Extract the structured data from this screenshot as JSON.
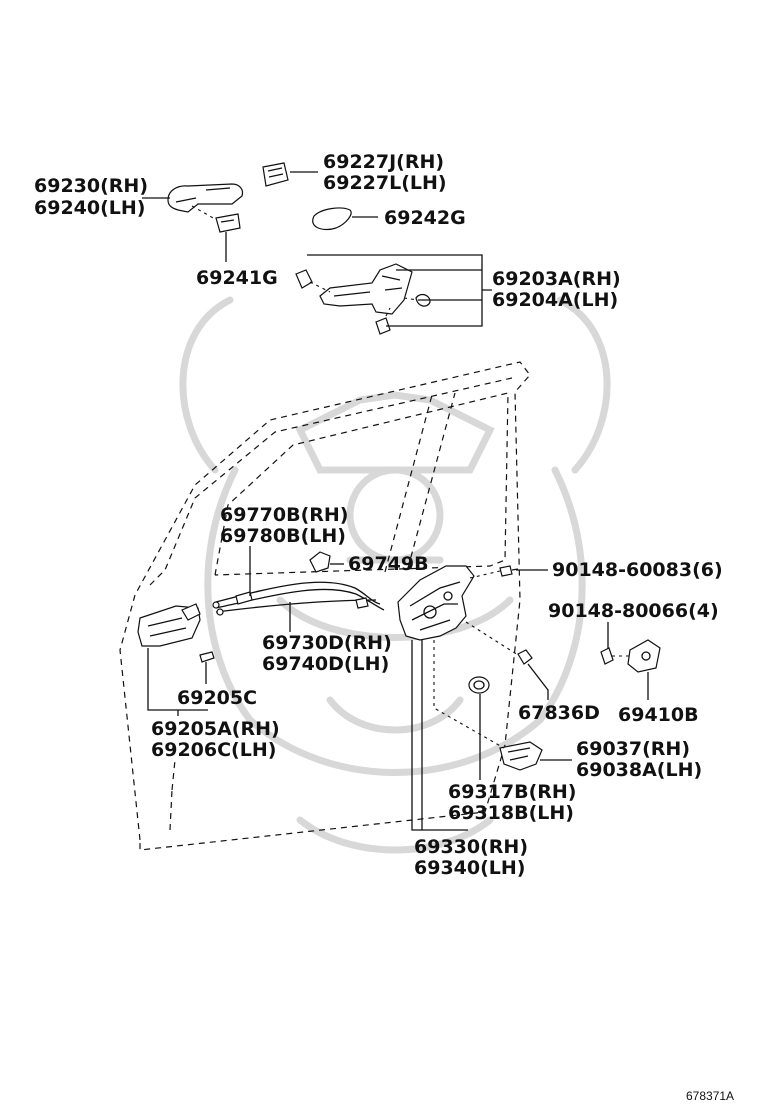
{
  "diagram": {
    "reference_code": "678371A",
    "colors": {
      "ink": "#111111",
      "watermark": "#d8d8d8",
      "background": "#ffffff"
    },
    "callouts": [
      {
        "id": "outside-handle",
        "lines": [
          "69230(RH)",
          "69240(LH)"
        ]
      },
      {
        "id": "handle-cover",
        "lines": [
          "69227J(RH)",
          "69227L(LH)"
        ]
      },
      {
        "id": "handle-pad-upper",
        "lines": [
          "69242G"
        ]
      },
      {
        "id": "handle-pad-lower",
        "lines": [
          "69241G"
        ]
      },
      {
        "id": "handle-frame",
        "lines": [
          "69203A(RH)",
          "69204A(LH)"
        ]
      },
      {
        "id": "lock-cable",
        "lines": [
          "69770B(RH)",
          "69780B(LH)"
        ]
      },
      {
        "id": "cable-clamp",
        "lines": [
          "69749B"
        ]
      },
      {
        "id": "lock-screw",
        "lines": [
          "90148-60083(6)"
        ]
      },
      {
        "id": "striker-screw",
        "lines": [
          "90148-80066(4)"
        ]
      },
      {
        "id": "control-cable",
        "lines": [
          "69730D(RH)",
          "69740D(LH)"
        ]
      },
      {
        "id": "inside-handle-screw",
        "lines": [
          "69205C"
        ]
      },
      {
        "id": "inside-handle",
        "lines": [
          "69205A(RH)",
          "69206C(LH)"
        ]
      },
      {
        "id": "retainer-clip",
        "lines": [
          "67836D"
        ]
      },
      {
        "id": "door-striker",
        "lines": [
          "69410B"
        ]
      },
      {
        "id": "lock-cover",
        "lines": [
          "69037(RH)",
          "69038A(LH)"
        ]
      },
      {
        "id": "lock-grommet",
        "lines": [
          "69317B(RH)",
          "69318B(LH)"
        ]
      },
      {
        "id": "door-lock-assy",
        "lines": [
          "69330(RH)",
          "69340(LH)"
        ]
      }
    ]
  }
}
